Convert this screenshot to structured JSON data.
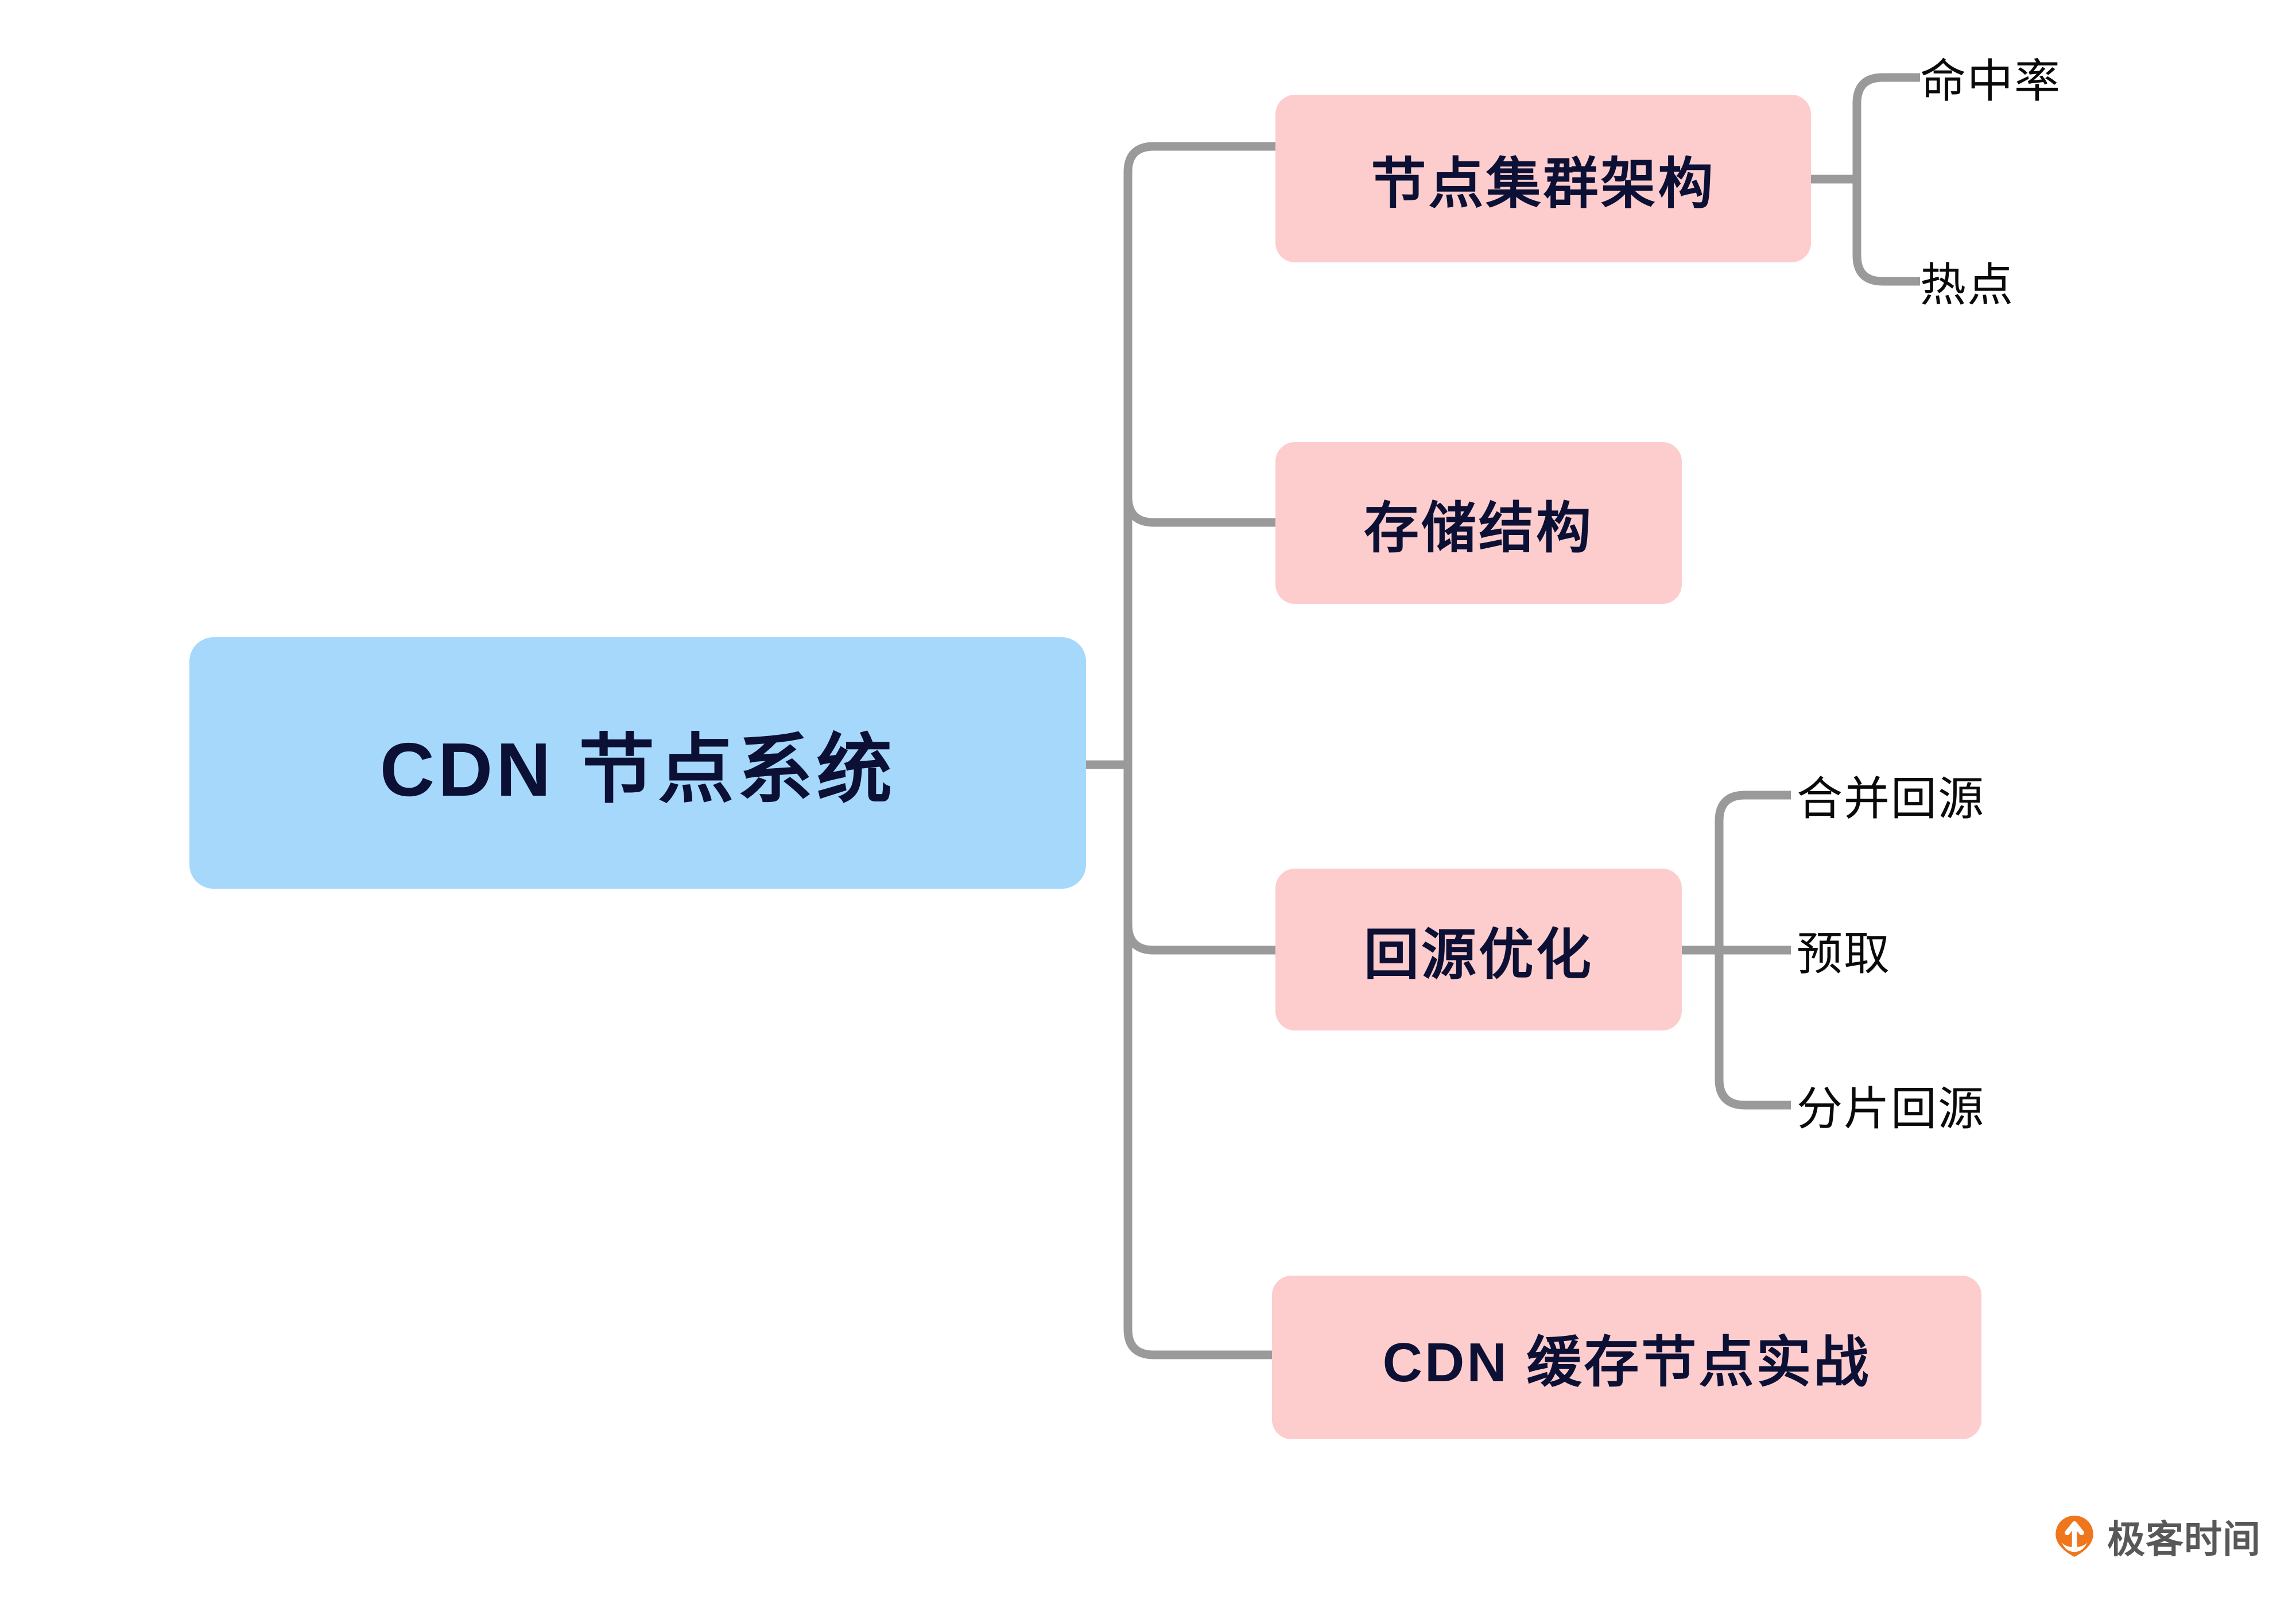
{
  "diagram": {
    "type": "mindmap",
    "title": "CDN 节点系统",
    "orientation": "left-to-right",
    "colors": {
      "root_fill": "#A5D8FB",
      "branch_fill": "#FDCDCD",
      "node_text": "#0B1034",
      "leaf_text": "#0A0A0A",
      "connector": "#9A9A9A",
      "background": "#FFFFFF",
      "logo_orange": "#F0761E",
      "logo_text": "#585858"
    },
    "root": {
      "label": "CDN 节点系统"
    },
    "branches": [
      {
        "label": "节点集群架构",
        "children": [
          {
            "label": "命中率"
          },
          {
            "label": "热点"
          }
        ]
      },
      {
        "label": "存储结构",
        "children": []
      },
      {
        "label": "回源优化",
        "children": [
          {
            "label": "合并回源"
          },
          {
            "label": "预取"
          },
          {
            "label": "分片回源"
          }
        ]
      },
      {
        "label": "CDN 缓存节点实战",
        "children": []
      }
    ]
  },
  "watermark": {
    "brand": "极客时间",
    "mark_icon": "geektime-pin-icon"
  }
}
